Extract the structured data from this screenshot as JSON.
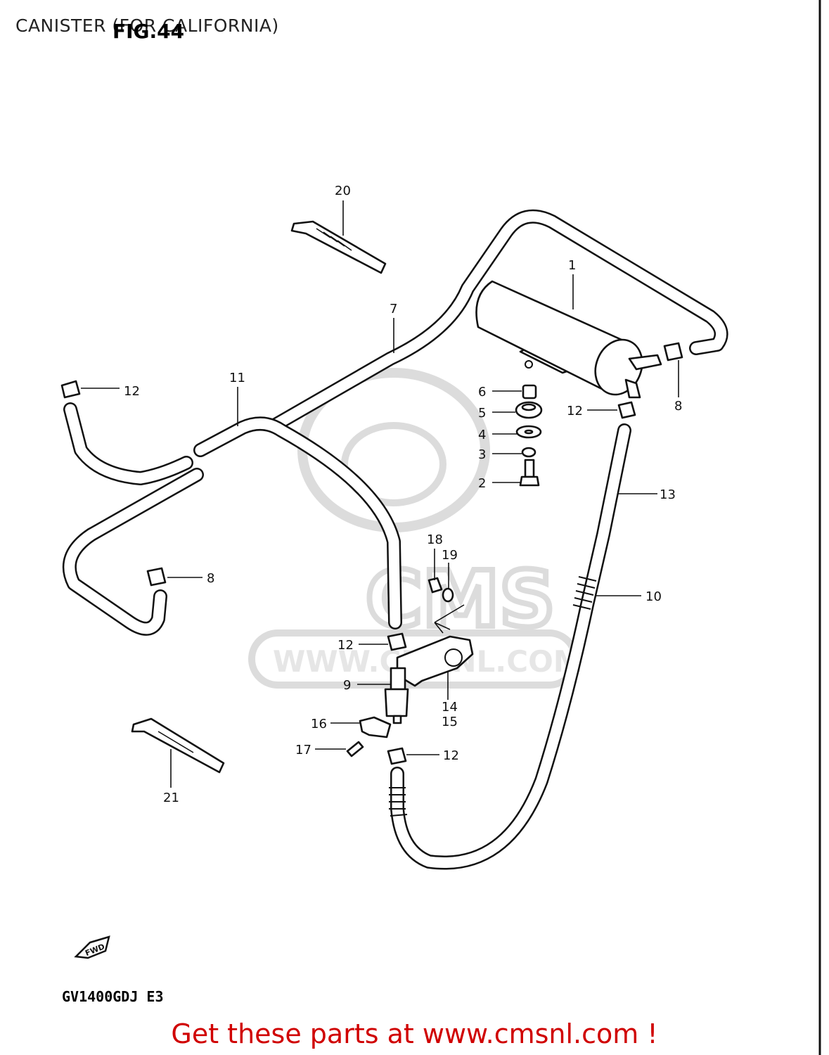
{
  "header": {
    "title": "CANISTER (FOR CALIFORNIA)",
    "fig_label": "FIG.44"
  },
  "footer": {
    "model_code": "GV1400GDJ E3",
    "fwd_label": "FWD",
    "cta": "Get these parts at www.cmsnl.com !"
  },
  "watermark": {
    "logo": "CMS",
    "url": "WWW.CMSNL.COM"
  },
  "callouts": {
    "c1": "1",
    "c2": "2",
    "c3": "3",
    "c4": "4",
    "c5": "5",
    "c6": "6",
    "c7": "7",
    "c8a": "8",
    "c8b": "8",
    "c9": "9",
    "c10": "10",
    "c11": "11",
    "c12a": "12",
    "c12b": "12",
    "c12c": "12",
    "c12d": "12",
    "c13": "13",
    "c14": "14",
    "c15": "15",
    "c16": "16",
    "c17": "17",
    "c18": "18",
    "c19": "19",
    "c20": "20",
    "c21": "21"
  },
  "colors": {
    "line": "#111111",
    "cta": "#d00000",
    "watermark": "#d6d6d6"
  }
}
